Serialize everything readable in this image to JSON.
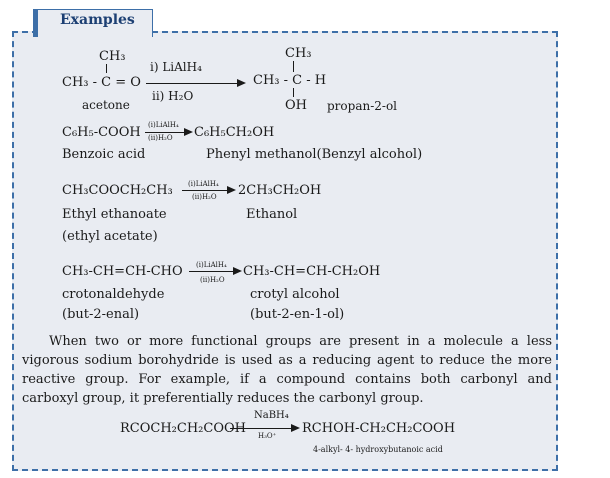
{
  "header": {
    "title": "Examples"
  },
  "r1": {
    "ch3_top": "CH₃",
    "reactant": "CH₃ - C = O",
    "reagent1": "i) LiAlH₄",
    "reagent2": "ii) H₂O",
    "product_ch3": "CH₃",
    "product": "CH₃ - C - H",
    "oh": "OH",
    "reactant_name": "acetone",
    "product_name": "propan-2-ol"
  },
  "r2": {
    "reactant": "C₆H₅-COOH",
    "cond_top": "(i)LiAlH₄",
    "cond_bottom": "(ii)H₂O",
    "product": "C₆H₅CH₂OH",
    "reactant_name": "Benzoic acid",
    "product_name": "Phenyl methanol(Benzyl alcohol)"
  },
  "r3": {
    "reactant": "CH₃COOCH₂CH₃",
    "cond_top": "(i)LiAlH₄",
    "cond_bottom": "(ii)H₂O",
    "product": "2CH₃CH₂OH",
    "reactant_name": "Ethyl ethanoate",
    "reactant_alt": "(ethyl acetate)",
    "product_name": "Ethanol"
  },
  "r4": {
    "reactant": "CH₃-CH=CH-CHO",
    "cond_top": "(i)LiAlH₄",
    "cond_bottom": "(ii)H₂O",
    "product": "CH₃-CH=CH-CH₂OH",
    "reactant_name": "crotonaldehyde",
    "reactant_alt": "(but-2-enal)",
    "product_name": "crotyl alcohol",
    "product_alt": "(but-2-en-1-ol)"
  },
  "paragraph": "When two or more functional groups are present in a molecule a less vigorous sodium borohydride is used as a reducing agent to reduce the more reactive group. For example, if a compound contains both carbonyl and carboxyl group, it preferentially reduces the carbonyl group.",
  "r5": {
    "reactant": "RCOCH₂CH₂COOH",
    "cond_top": "NaBH₄",
    "cond_bottom": "H₃O⁺",
    "product": "RCHOH-CH₂CH₂COOH",
    "product_name": "4-alkyl- 4- hydroxybutanoic acid"
  }
}
